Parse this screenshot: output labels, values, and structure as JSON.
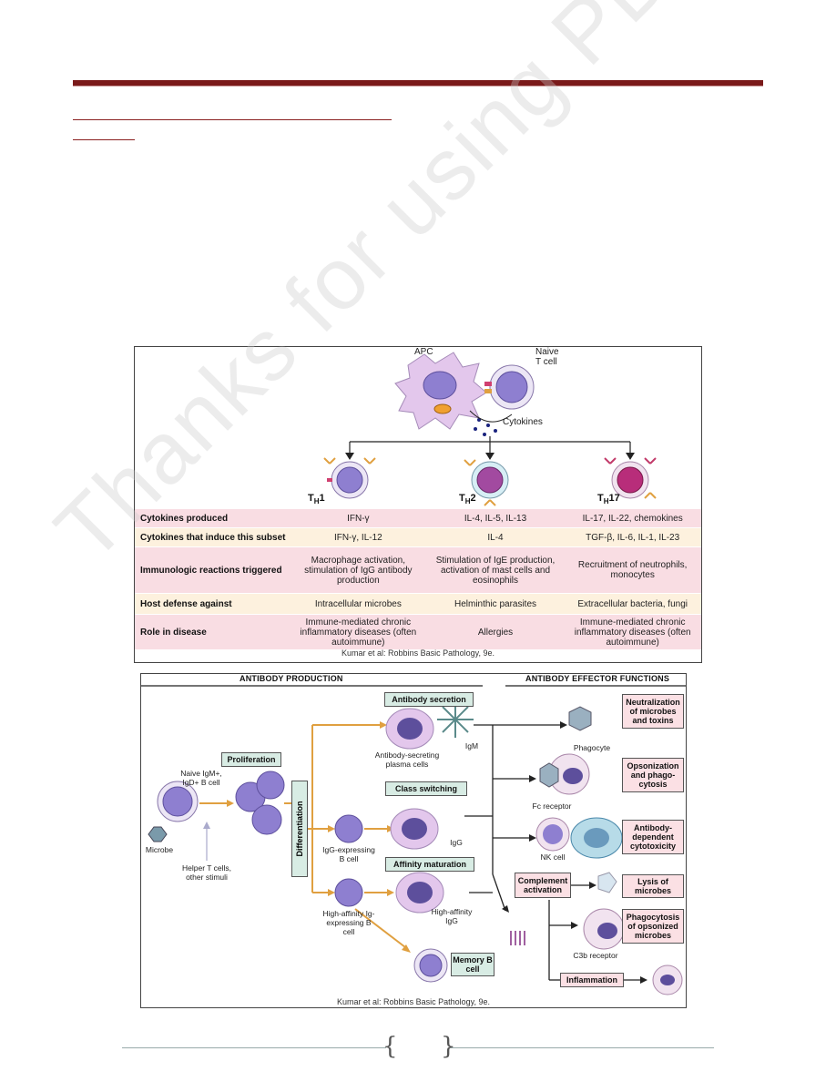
{
  "watermark": "Thanks for using PDF Suite",
  "figure1": {
    "apc": "APC",
    "naive_t": [
      "Naive",
      "T cell"
    ],
    "cytokines": "Cytokines",
    "subsets": [
      {
        "base": "T",
        "sub": "H",
        "suffix": "1"
      },
      {
        "base": "T",
        "sub": "H",
        "suffix": "2"
      },
      {
        "base": "T",
        "sub": "H",
        "suffix": "17"
      }
    ],
    "rows": [
      {
        "header": "Cytokines produced",
        "th1": "IFN-γ",
        "th2": "IL-4, IL-5, IL-13",
        "th17": "IL-17, IL-22, chemokines"
      },
      {
        "header": "Cytokines that induce this subset",
        "th1": "IFN-γ, IL-12",
        "th2": "IL-4",
        "th17": "TGF-β, IL-6, IL-1, IL-23"
      },
      {
        "header": "Immunologic reactions triggered",
        "th1": "Macrophage activation, stimulation of IgG antibody production",
        "th2": "Stimulation of IgE production, activation of mast cells and eosinophils",
        "th17": "Recruitment of neutrophils, monocytes"
      },
      {
        "header": "Host defense against",
        "th1": "Intracellular microbes",
        "th2": "Helminthic parasites",
        "th17": "Extracellular bacteria, fungi"
      },
      {
        "header": "Role in disease",
        "th1": "Immune-mediated chronic inflammatory diseases (often autoimmune)",
        "th2": "Allergies",
        "th17": "Immune-mediated chronic inflammatory diseases (often autoimmune)"
      }
    ],
    "caption": "Kumar et al: Robbins Basic Pathology, 9e."
  },
  "figure2": {
    "section_left": "ANTIBODY PRODUCTION",
    "section_right": "ANTIBODY EFFECTOR FUNCTIONS",
    "proliferation": "Proliferation",
    "differentiation": "Differentiation",
    "antibody_secretion": "Antibody secretion",
    "class_switching": "Class switching",
    "affinity_maturation": "Affinity maturation",
    "memory_b": "Memory B cell",
    "naive_b": "Naive IgM+, IgD+ B cell",
    "microbe": "Microbe",
    "helper": "Helper T cells, other stimuli",
    "plasma": "Antibody-secreting plasma cells",
    "igm": "IgM",
    "igg": "IgG",
    "igg_b": "IgG-expressing B cell",
    "high_aff_b": "High-affinity Ig-expressing B cell",
    "high_aff_igg": "High-affinity IgG",
    "phagocyte": "Phagocyte",
    "fc_receptor": "Fc receptor",
    "nk_cell": "NK cell",
    "complement": "Complement activation",
    "c3b": "C3b receptor",
    "effects": [
      "Neutralization of microbes and toxins",
      "Opsonization and phago-cytosis",
      "Antibody-dependent cytotoxicity",
      "Lysis of microbes",
      "Phagocytosis of opsonized microbes",
      "Inflammation"
    ],
    "caption": "Kumar et al: Robbins Basic Pathology, 9e."
  },
  "colors": {
    "header_rule": "#7a1a1a",
    "table_pink": "#f9dde3",
    "table_cream": "#fdf1de",
    "box_green": "#d8ece4",
    "box_pink": "#fbe0e4",
    "arrow_orange": "#e0a040",
    "cell_purple": "#8e7fd0"
  }
}
